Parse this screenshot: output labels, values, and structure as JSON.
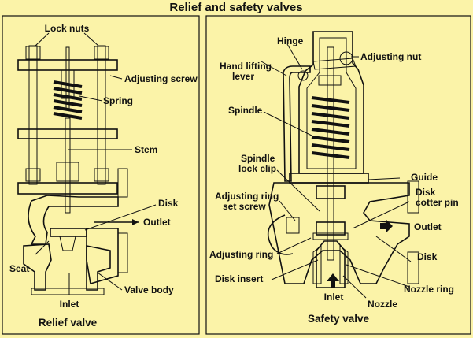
{
  "title": "Relief and safety valves",
  "relief": {
    "caption": "Relief valve",
    "labels": {
      "lock_nuts": "Lock nuts",
      "adjusting_screw": "Adjusting screw",
      "spring": "Spring",
      "stem": "Stem",
      "disk": "Disk",
      "outlet": "Outlet",
      "seat": "Seat",
      "valve_body": "Valve body",
      "inlet": "Inlet"
    }
  },
  "safety": {
    "caption": "Safety valve",
    "labels": {
      "hinge": "Hinge",
      "hand_lifting_1": "Hand lifting",
      "hand_lifting_2": "lever",
      "adjusting_nut": "Adjusting nut",
      "spindle": "Spindle",
      "spindle_lock_1": "Spindle",
      "spindle_lock_2": "lock clip",
      "guide": "Guide",
      "disk_cotter_1": "Disk",
      "disk_cotter_2": "cotter pin",
      "adj_ring_set_1": "Adjusting ring",
      "adj_ring_set_2": "set screw",
      "outlet": "Outlet",
      "adjusting_ring": "Adjusting ring",
      "disk": "Disk",
      "disk_insert": "Disk insert",
      "nozzle_ring": "Nozzle ring",
      "inlet": "Inlet",
      "nozzle": "Nozzle"
    }
  }
}
